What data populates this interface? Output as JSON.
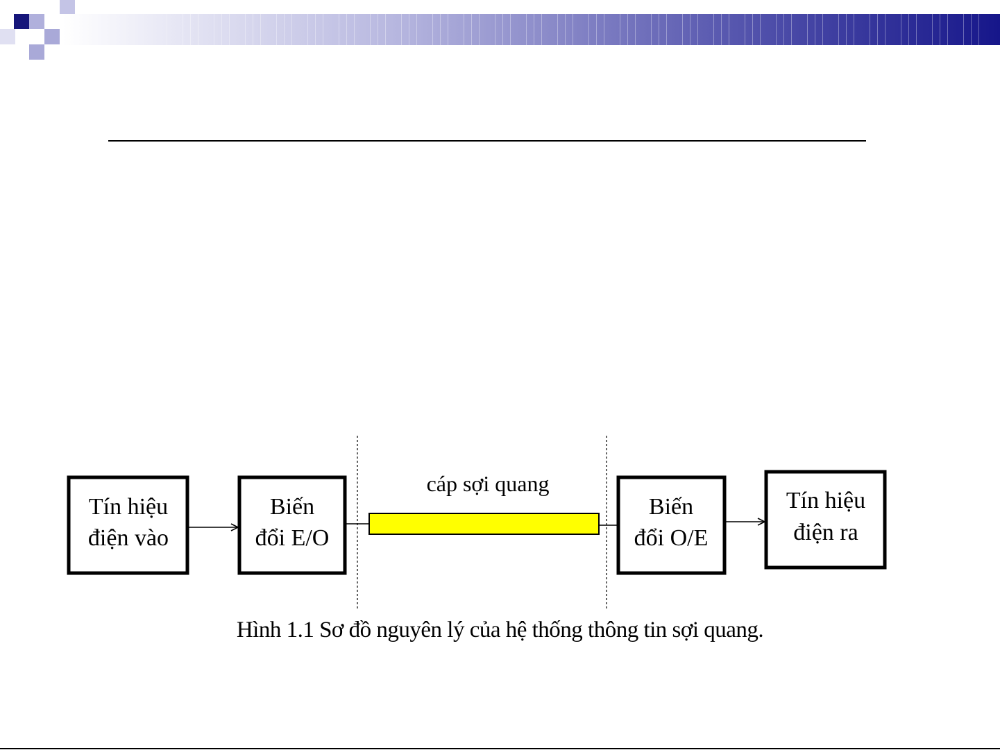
{
  "colors": {
    "header_dark": "#1c1c8c",
    "header_light": "#ffffff",
    "square_dark": "#16167a",
    "square_light": "#a9a9d8",
    "cable_fill": "#ffff00"
  },
  "diagram": {
    "input_box": {
      "line1": "Tín hiệu",
      "line2": "điện vào"
    },
    "eo_box": {
      "line1": "Biến",
      "line2": "đổi E/O"
    },
    "cable_label": "cáp sợi quang",
    "oe_box": {
      "line1": "Biến",
      "line2": "đổi O/E"
    },
    "output_box": {
      "line1": "Tín hiệu",
      "line2": "điện ra"
    }
  },
  "caption": "Hình 1.1 Sơ đồ nguyên lý của hệ thống thông tin sợi quang."
}
